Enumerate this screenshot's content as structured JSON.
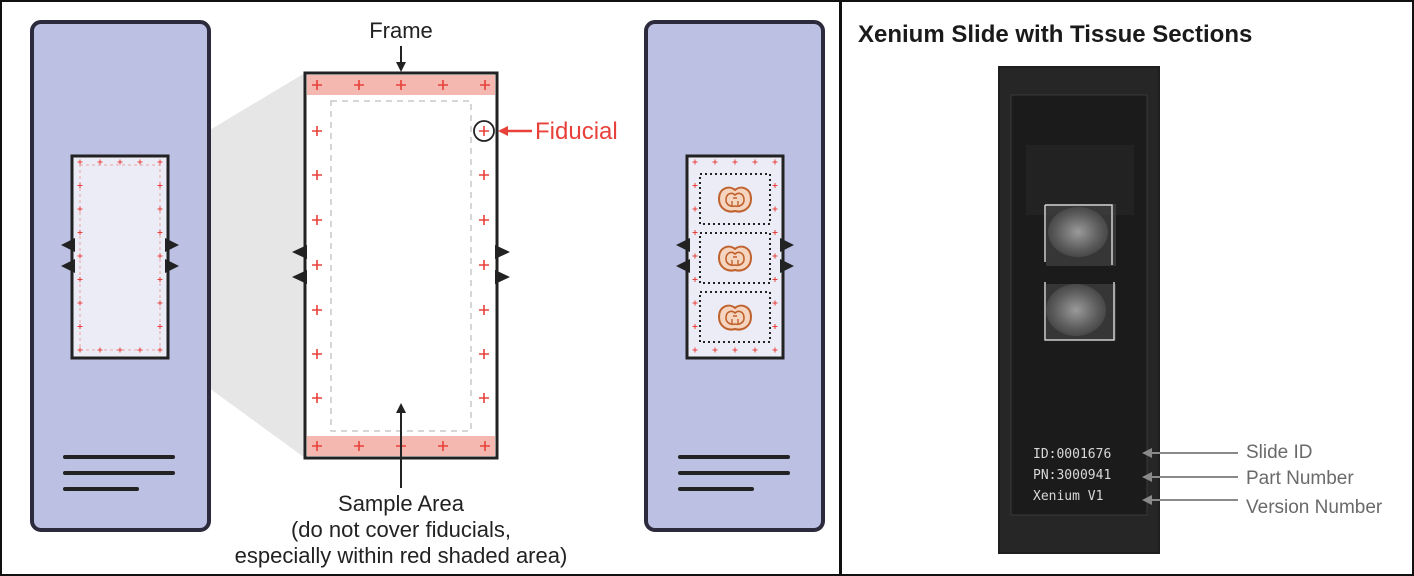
{
  "left_panel": {
    "frame_label": "Frame",
    "fiducial_label": "Fiducial",
    "sample_area_line1": "Sample Area",
    "sample_area_line2": "(do not cover fiducials,",
    "sample_area_line3": "especially within red shaded area)"
  },
  "right_panel": {
    "title": "Xenium Slide with Tissue Sections",
    "slide_id": "ID:0001676",
    "part_number": "PN:3000941",
    "version": "Xenium V1",
    "callout_slide_id": "Slide ID",
    "callout_part_number": "Part Number",
    "callout_version": "Version Number"
  },
  "colors": {
    "slide_fill": "#bcc0e2",
    "slide_border": "#2b2b3d",
    "fiducial_red": "#e8413a",
    "shaded_red": "#f5b8b0",
    "zoom_gray": "#e6e6e6",
    "tissue_orange": "#c0622e",
    "tissue_fill": "#f6d5c0",
    "photo_bg": "#1f1f1f"
  }
}
